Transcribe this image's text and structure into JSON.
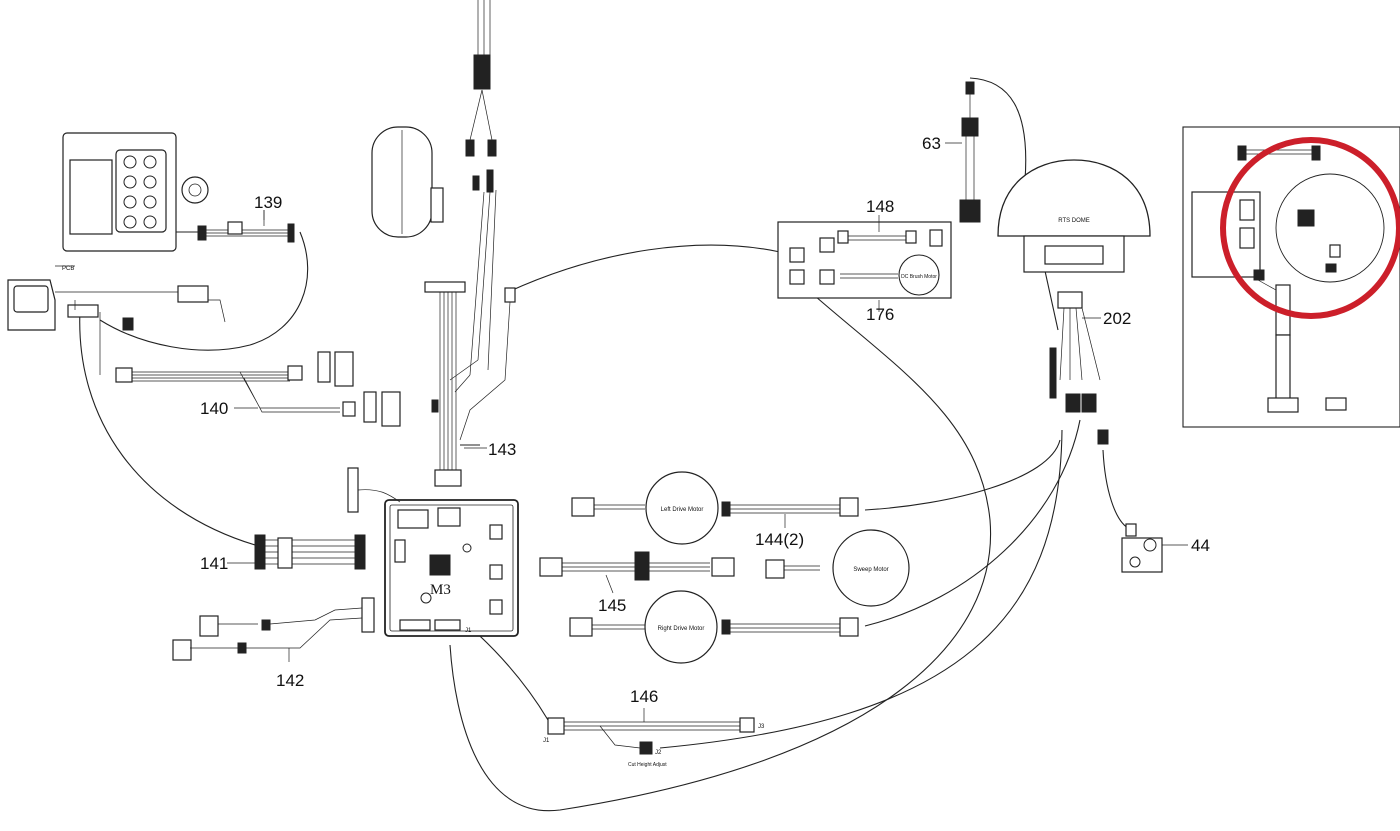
{
  "diagram": {
    "callouts": {
      "p63": "63",
      "p139": "139",
      "p140": "140",
      "p141": "141",
      "p142": "142",
      "p143": "143",
      "p144": "144(2)",
      "p145": "145",
      "p146": "146",
      "p148": "148",
      "p176": "176",
      "p202": "202",
      "p44": "44",
      "m3": "M3"
    },
    "connectors": {
      "j1": "J1",
      "j2": "J2",
      "j3": "J3",
      "j1_board": "J1"
    },
    "labels": {
      "pcb": "PCB",
      "left_drive_motor": "Left Drive Motor",
      "right_drive_motor": "Right Drive Motor",
      "sweep_motor": "Sweep Motor",
      "dc_brush_motor": "DC Brush Motor",
      "rts_dome": "RTS  DOME",
      "cut_height_adjust": "Cut Height Adjust"
    },
    "highlight_color": "#cc1f2a"
  }
}
